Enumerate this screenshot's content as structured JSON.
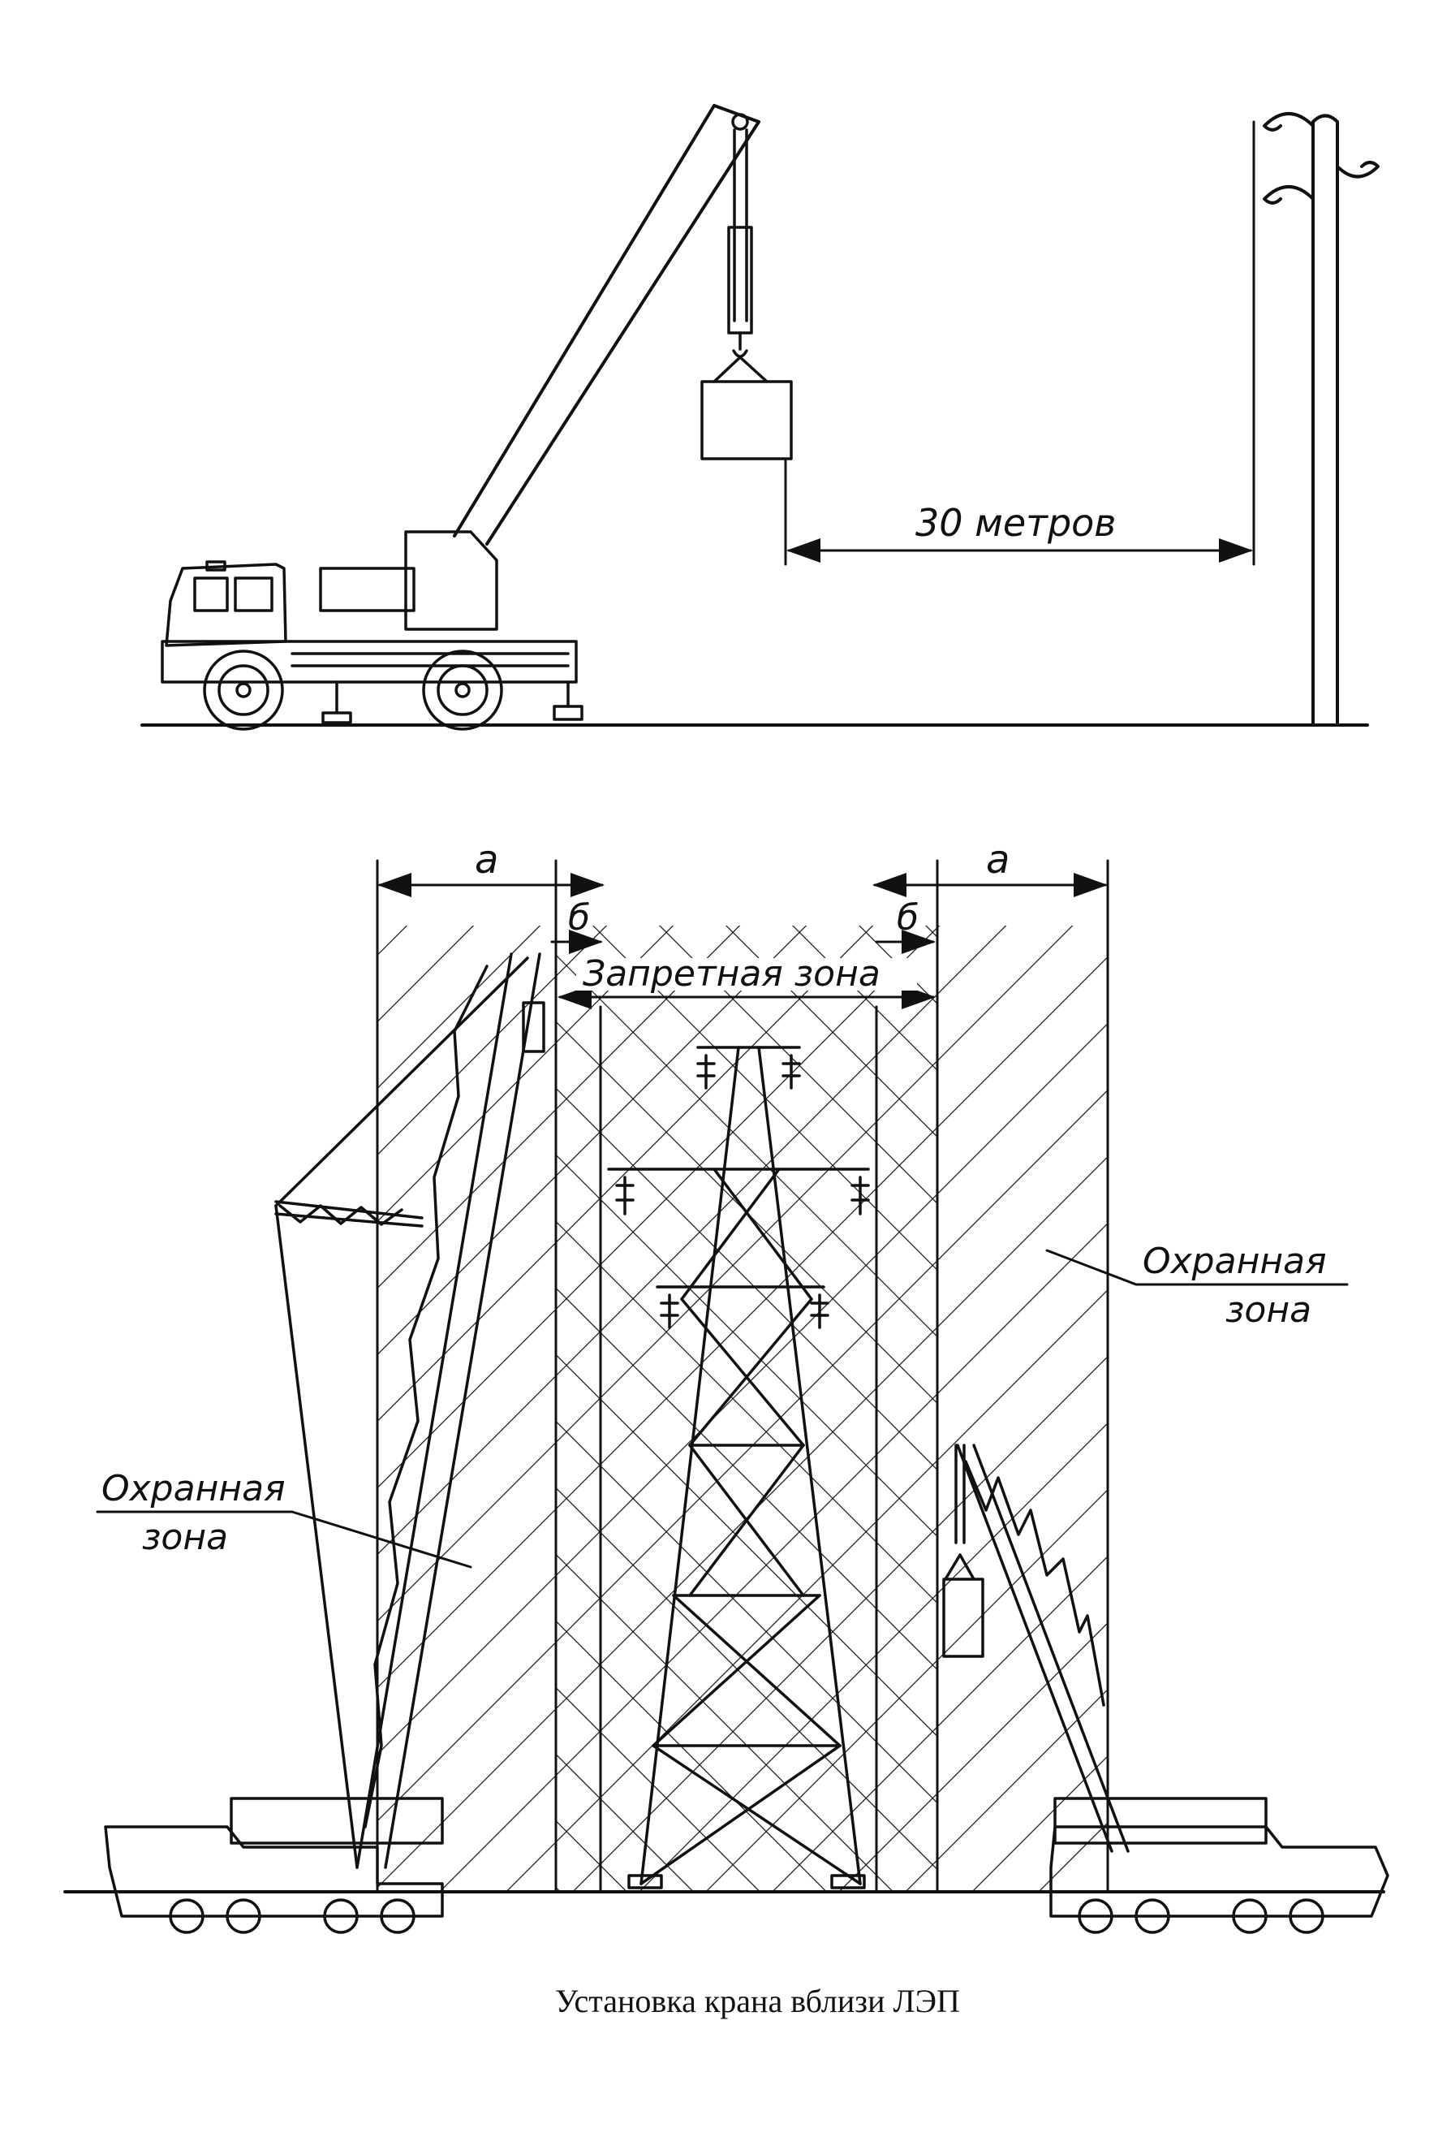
{
  "top_figure": {
    "distance_label": "30 метров"
  },
  "bottom_figure": {
    "left_width_label": "а",
    "right_width_label": "а",
    "left_gap_label": "б",
    "right_gap_label": "б",
    "forbidden_zone_label": "Запретная зона",
    "left_zone_label": [
      "Охранная",
      "зона"
    ],
    "right_zone_label": [
      "Охранная",
      "зона"
    ]
  },
  "caption": "Установка крана вблизи ЛЭП"
}
